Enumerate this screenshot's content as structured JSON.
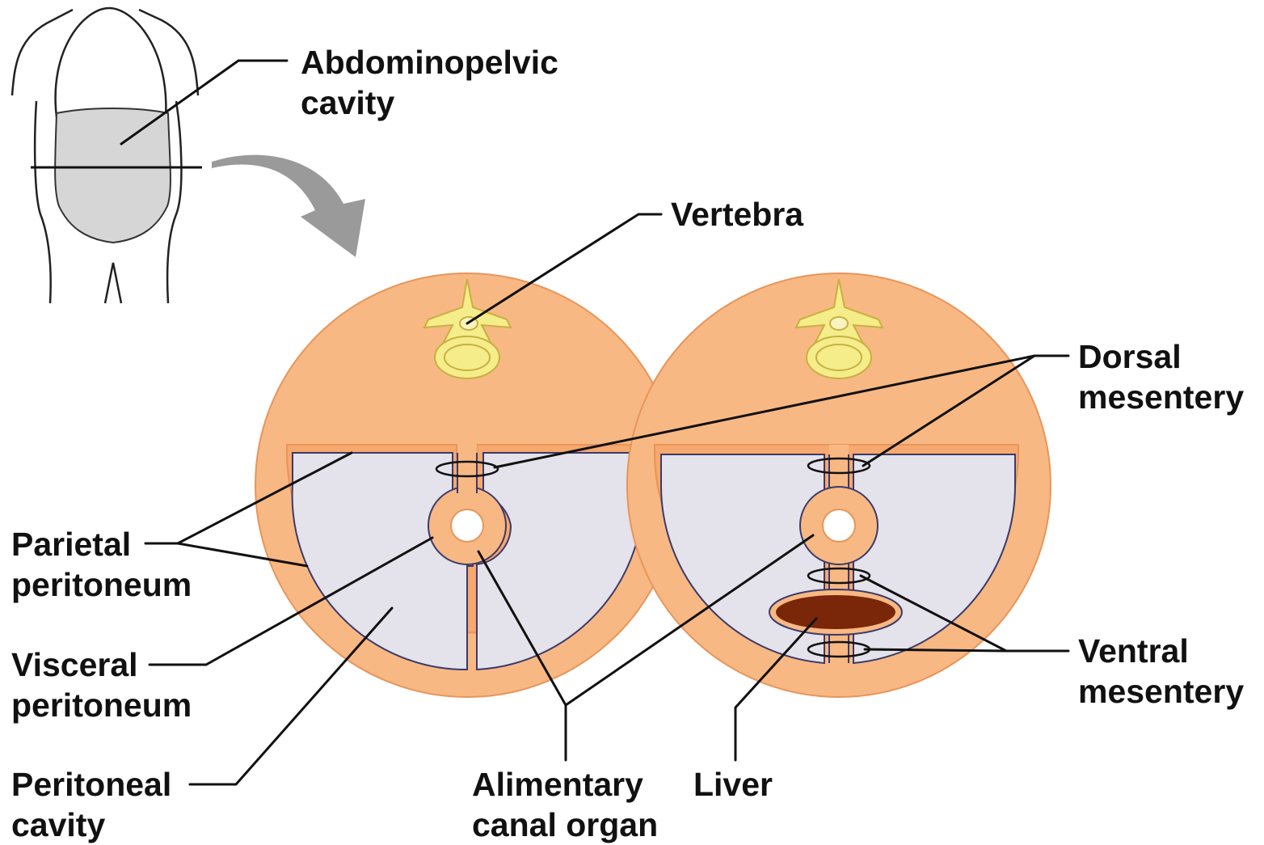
{
  "labels": {
    "abdominopelvic": {
      "line1": "Abdominopelvic",
      "line2": "cavity"
    },
    "vertebra": {
      "line1": "Vertebra"
    },
    "dorsal_mesentery": {
      "line1": "Dorsal",
      "line2": "mesentery"
    },
    "parietal_peritoneum": {
      "line1": "Parietal",
      "line2": "peritoneum"
    },
    "visceral_peritoneum": {
      "line1": "Visceral",
      "line2": "peritoneum"
    },
    "peritoneal_cavity": {
      "line1": "Peritoneal",
      "line2": "cavity"
    },
    "alimentary_canal_organ": {
      "line1": "Alimentary",
      "line2": "canal organ"
    },
    "liver": {
      "line1": "Liver"
    },
    "ventral_mesentery": {
      "line1": "Ventral",
      "line2": "mesentery"
    }
  },
  "colors": {
    "body_wall": "#f8b883",
    "body_wall_outline": "#e8955a",
    "cavity": "#e4e2ea",
    "cavity_outline": "#3a3a6a",
    "vertebra": "#f5ec8a",
    "vertebra_outline": "#c8b040",
    "liver": "#7a2608",
    "torso_fill": "#d6d6d6",
    "arrow": "#9a9a9a",
    "leader": "#111111"
  }
}
